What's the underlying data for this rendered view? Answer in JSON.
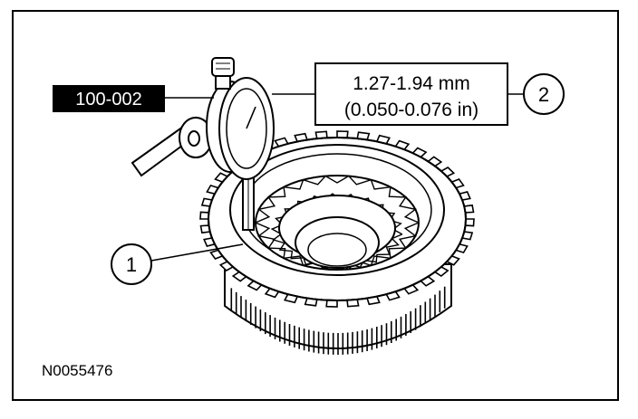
{
  "figure": {
    "tool_label": "100-002",
    "spec_line1": "1.27-1.94 mm",
    "spec_line2": "(0.050-0.076 in)",
    "callout_1": "1",
    "callout_2": "2",
    "figure_id": "N0055476"
  },
  "colors": {
    "ink": "#000000",
    "paper": "#ffffff",
    "label_bg": "#000000",
    "label_fg": "#ffffff"
  },
  "icons": {
    "callout": "circled-number",
    "tool": "dial-indicator"
  }
}
